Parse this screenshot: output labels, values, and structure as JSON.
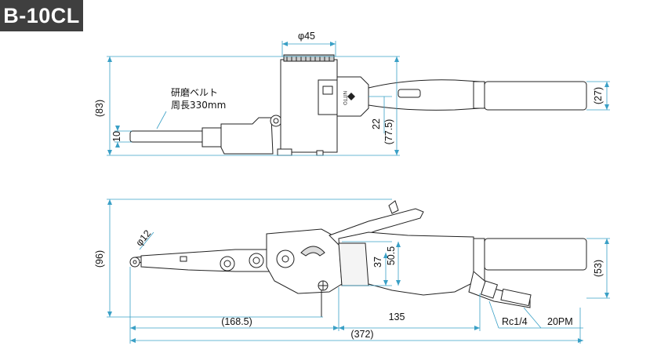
{
  "model": "B-10CL",
  "colors": {
    "outline": "#222222",
    "dimension": "#3aa0c6",
    "body": "#ffffff",
    "grip": "#ffffff",
    "badge": "#3f3f3f"
  },
  "top_view": {
    "diameter": "φ45",
    "height_total": "(83)",
    "belt_width": "10",
    "offset_22": "22",
    "height_775": "(77.5)",
    "grip_height": "(27)",
    "belt_note_line1": "研磨ベルト",
    "belt_note_line2": "周長330mm",
    "brand": "NITTO"
  },
  "side_view": {
    "roller_diameter": "φ12",
    "height_total": "(96)",
    "dim_37": "37",
    "dim_505": "50.5",
    "grip_height": "(53)",
    "dim_1685": "(168.5)",
    "dim_135": "135",
    "dim_372": "(372)",
    "thread": "Rc1/4",
    "hose": "20PM"
  }
}
